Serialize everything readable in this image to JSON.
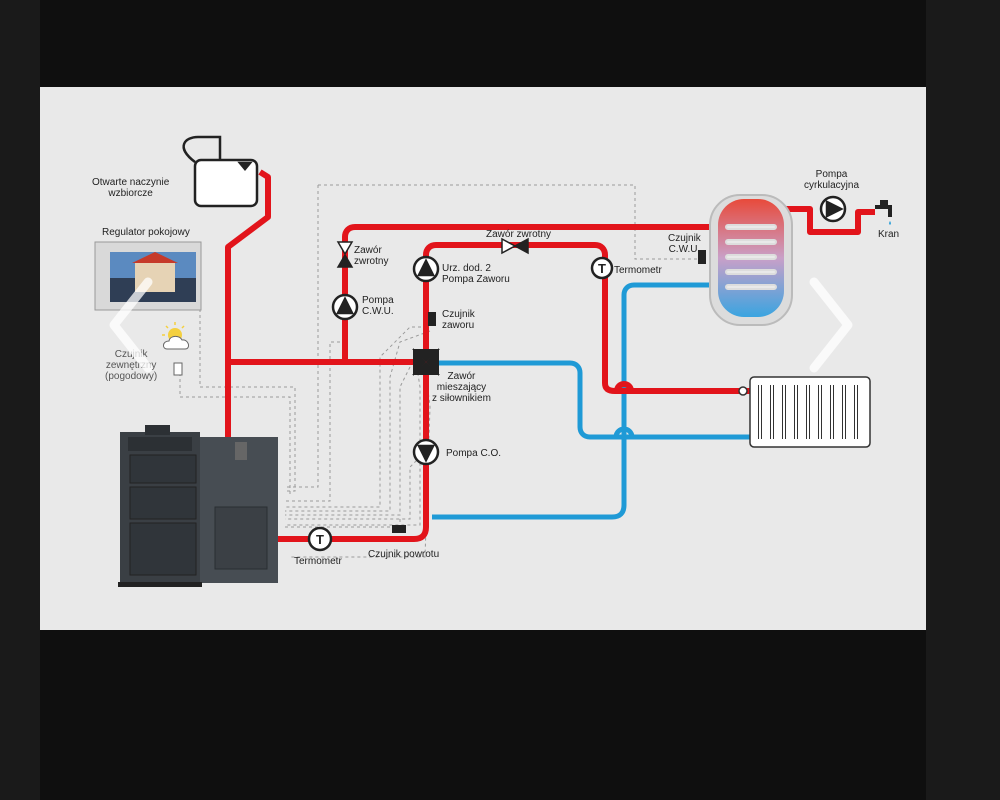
{
  "labels": {
    "expansion_tank": "Otwarte naczynie\nwzbiorcze",
    "room_regulator": "Regulator pokojowy",
    "outdoor_sensor": "Czujnik\nzewnętrzny\n(pogodowy)",
    "check_valve_left": "Zawór\nzwrotny",
    "dhw_pump": "Pompa\nC.W.U.",
    "check_valve_top": "Zawór zwrotny",
    "extra_device": "Urz. dod. 2\nPompa Zaworu",
    "valve_sensor": "Czujnik\nzaworu",
    "mixing_valve": "Zawór\nmieszający\nz siłownikiem",
    "ch_pump": "Pompa C.O.",
    "thermometer_top": "Termometr",
    "dhw_sensor": "Czujnik\nC.W.U.",
    "circ_pump": "Pompa\ncyrkulacyjna",
    "tap": "Kran",
    "thermometer_bottom": "Termometr",
    "return_sensor": "Czujnik powrotu"
  },
  "thermometer_symbol": "T",
  "colors": {
    "supply": "#e2141b",
    "return": "#1f9ad6",
    "background": "#e9e9e9",
    "frame": "#0f0f0f",
    "boiler": "#3a3f44"
  },
  "icons": {
    "prev": "chevron-left-icon",
    "next": "chevron-right-icon"
  }
}
